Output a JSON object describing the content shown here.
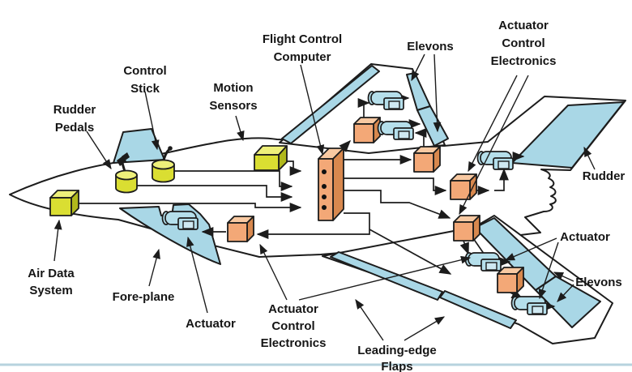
{
  "diagram": {
    "labels": {
      "rudder_pedals": "Rudder\nPedals",
      "control_stick": "Control\nStick",
      "motion_sensors": "Motion\nSensors",
      "flight_control_computer": "Flight Control\nComputer",
      "elevons_top": "Elevons",
      "ace_top": "Actuator\nControl\nElectronics",
      "rudder": "Rudder",
      "air_data_system": "Air Data\nSystem",
      "fore_plane": "Fore-plane",
      "actuator_fore_plane": "Actuator",
      "ace_bottom": "Actuator\nControl\nElectronics",
      "leading_edge_flaps": "Leading-edge\nFlaps",
      "actuator_right_wing": "Actuator",
      "elevons_right": "Elevons"
    },
    "colors": {
      "surface_blue": "#a9d7e6",
      "device_blue": "#b5dfeb",
      "device_yellow": "#dade32",
      "yellow_light": "#eef07a",
      "yellow_dark": "#b0b81c",
      "box_orange": "#f3a877",
      "orange_light": "#f8c9a2",
      "orange_dark": "#d8884e",
      "line": "#1c1c1c",
      "bottom_rule": "#b7d3de",
      "background": "#ffffff"
    },
    "flight_control_computer_ports": 4
  }
}
